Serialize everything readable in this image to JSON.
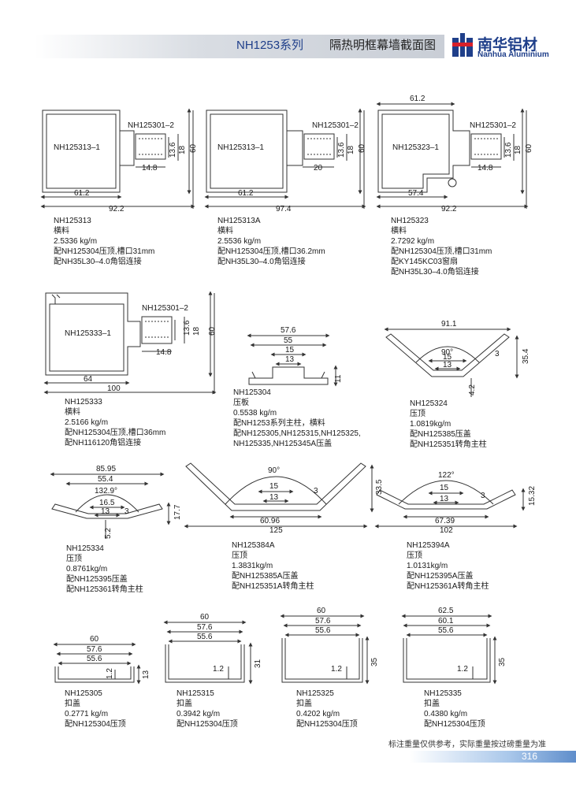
{
  "header": {
    "series": "NH1253系列",
    "title": "隔热明框幕墙截面图",
    "brand_cn": "南华铝材",
    "brand_en": "Nanhua Aluminium",
    "brand_color": "#1f3f8a"
  },
  "profiles": [
    {
      "code": "NH125313",
      "lines": [
        "横料",
        "2.5336 kg/m",
        "配NH125304压顶,槽口31mm",
        "配NH35L30–4.0角铝连接"
      ]
    },
    {
      "code": "NH125313A",
      "lines": [
        "横料",
        "2.5536 kg/m",
        "配NH125304压顶,槽口36.2mm",
        "配NH35L30–4.0角铝连接"
      ]
    },
    {
      "code": "NH125323",
      "lines": [
        "横料",
        "2.7292 kg/m",
        "配NH125304压顶,槽口31mm",
        "配KY145KC03窗扇",
        "配NH35L30–4.0角铝连接"
      ]
    },
    {
      "code": "NH125333",
      "lines": [
        "横料",
        "2.5166 kg/m",
        "配NH125304压顶,槽口36mm",
        "配NH116120角铝连接"
      ]
    },
    {
      "code": "NH125304",
      "lines": [
        "压板",
        "0.5538 kg/m",
        "配NH1253系列主柱，横料",
        "配NH125305,NH125315,NH125325,",
        "NH125335,NH125345A压盖"
      ]
    },
    {
      "code": "NH125324",
      "lines": [
        "压顶",
        "1.0819kg/m",
        "配NH125385压盖",
        "配NH125351转角主柱"
      ]
    },
    {
      "code": "NH125334",
      "lines": [
        "压顶",
        "0.8761kg/m",
        "配NH125395压盖",
        "配NH125361转角主柱"
      ]
    },
    {
      "code": "NH125384A",
      "lines": [
        "压顶",
        "1.3831kg/m",
        "配NH125385A压盖",
        "配NH125351A转角主柱"
      ]
    },
    {
      "code": "NH125394A",
      "lines": [
        "压顶",
        "1.0131kg/m",
        "配NH125395A压盖",
        "配NH125361A转角主柱"
      ]
    },
    {
      "code": "NH125305",
      "lines": [
        "扣盖",
        "0.2771 kg/m",
        "配NH125304压顶"
      ]
    },
    {
      "code": "NH125315",
      "lines": [
        "扣盖",
        "0.3942 kg/m",
        "配NH125304压顶"
      ]
    },
    {
      "code": "NH125325",
      "lines": [
        "扣盖",
        "0.4202 kg/m",
        "配NH125304压顶"
      ]
    },
    {
      "code": "NH125335",
      "lines": [
        "扣盖",
        "0.4380 kg/m",
        "配NH125304压顶"
      ]
    }
  ],
  "drawing_labels": {
    "d1": {
      "main": "NH125313–1",
      "insert": "NH125301–2",
      "w1": "61.2",
      "w2": "92.2",
      "h1": "13.6",
      "h2": "18",
      "h3": "60",
      "s1": "14.8"
    },
    "d2": {
      "main": "NH125313–1",
      "insert": "NH125301–2",
      "w1": "61.2",
      "w2": "97.4",
      "h1": "13.6",
      "h2": "18",
      "h3": "60",
      "s1": "20"
    },
    "d3": {
      "main": "NH125323–1",
      "insert": "NH125301–2",
      "w0": "61.2",
      "w1": "57.4",
      "w2": "92.2",
      "h1": "13.6",
      "h2": "18",
      "h3": "60",
      "s1": "14.8"
    },
    "d4": {
      "main": "NH125333–1",
      "insert": "NH125301–2",
      "w1": "64",
      "w2": "100",
      "h1": "13.6",
      "h2": "18",
      "h3": "60",
      "s1": "14.8"
    },
    "d5": {
      "a": "57.6",
      "b": "55",
      "c": "15",
      "d": "13",
      "e": "11"
    },
    "d6": {
      "a": "91.1",
      "ang": "90°",
      "c": "15",
      "d": "13",
      "t": "3",
      "h": "35.4",
      "f": "4.2"
    },
    "d7": {
      "a": "85.95",
      "b": "55.4",
      "ang": "132.9°",
      "c": "16.5",
      "d": "13",
      "t": "3",
      "h": "17.7",
      "f": "5.2"
    },
    "d8": {
      "ang": "90°",
      "c": "15",
      "d": "13",
      "t": "3",
      "h": "33.5",
      "b": "60.96",
      "a": "125"
    },
    "d9": {
      "ang": "122°",
      "c": "15",
      "d": "13",
      "t": "3",
      "h": "15.32",
      "b": "67.39",
      "a": "102"
    },
    "d10": {
      "a": "60",
      "b": "57.6",
      "c": "55.6",
      "t": "1.2",
      "h": "13"
    },
    "d11": {
      "a": "60",
      "b": "57.6",
      "c": "55.6",
      "t": "1.2",
      "h": "31"
    },
    "d12": {
      "a": "60",
      "b": "57.6",
      "c": "55.6",
      "t": "1.2",
      "h": "35"
    },
    "d13": {
      "a": "62.5",
      "b": "60.1",
      "c": "55.6",
      "t": "1.2",
      "h": "35"
    }
  },
  "footer": {
    "note": "标注重量仅供参考，实际重量按过磅重量为准",
    "page": "316"
  }
}
